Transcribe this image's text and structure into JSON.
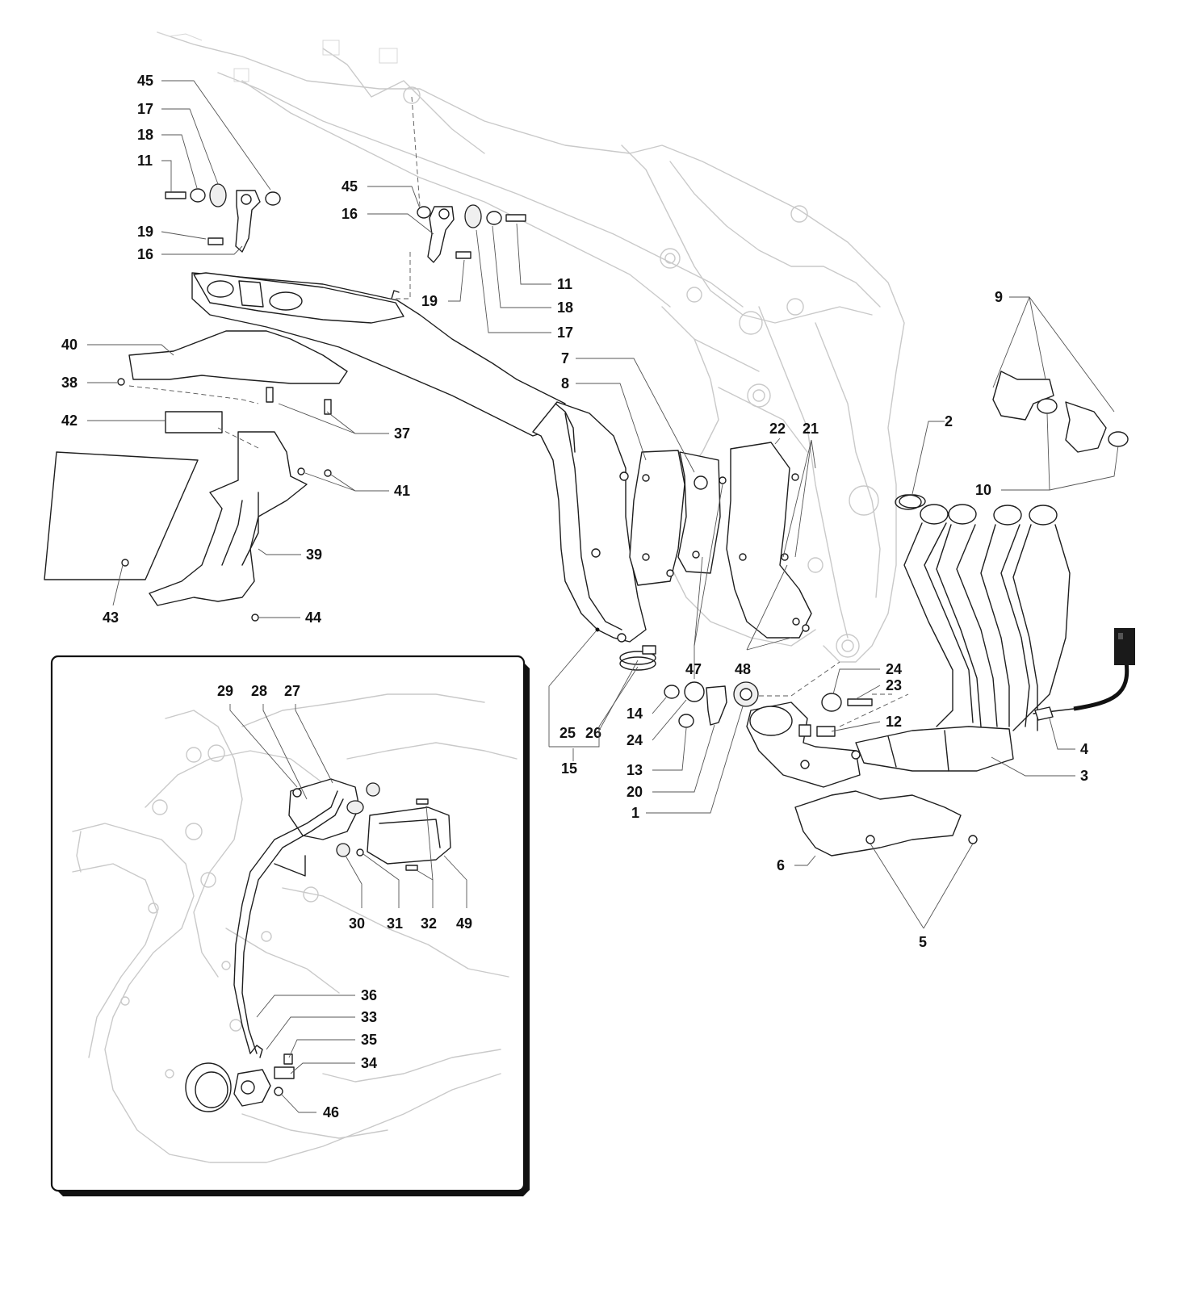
{
  "callouts": {
    "c45a": "45",
    "c17a": "17",
    "c18a": "18",
    "c11a": "11",
    "c19a": "19",
    "c16a": "16",
    "c45b": "45",
    "c16b": "16",
    "c11b": "11",
    "c19b": "19",
    "c18b": "18",
    "c17b": "17",
    "c40": "40",
    "c38": "38",
    "c42": "42",
    "c37": "37",
    "c41": "41",
    "c39": "39",
    "c43": "43",
    "c44": "44",
    "c7": "7",
    "c8": "8",
    "c22": "22",
    "c21": "21",
    "c2": "2",
    "c9": "9",
    "c10": "10",
    "c47": "47",
    "c48": "48",
    "c24a": "24",
    "c23": "23",
    "c14": "14",
    "c24b": "24",
    "c12": "12",
    "c13": "13",
    "c20": "20",
    "c1": "1",
    "c25": "25",
    "c26": "26",
    "c15": "15",
    "c4": "4",
    "c3": "3",
    "c6": "6",
    "c5": "5",
    "c29": "29",
    "c28": "28",
    "c27": "27",
    "c30": "30",
    "c31": "31",
    "c32": "32",
    "c49": "49",
    "c36": "36",
    "c33": "33",
    "c35": "35",
    "c34": "34",
    "c46": "46"
  }
}
